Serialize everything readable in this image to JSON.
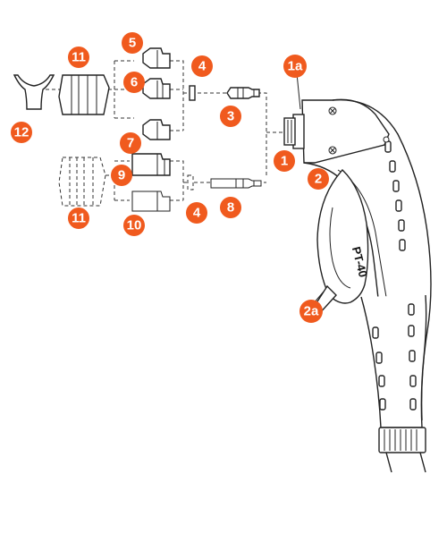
{
  "diagram": {
    "handle_label": "PT-40",
    "callouts": [
      {
        "id": "1",
        "label": "1"
      },
      {
        "id": "1a",
        "label": "1a"
      },
      {
        "id": "2",
        "label": "2"
      },
      {
        "id": "2a",
        "label": "2a"
      },
      {
        "id": "3",
        "label": "3"
      },
      {
        "id": "4a",
        "label": "4"
      },
      {
        "id": "4b",
        "label": "4"
      },
      {
        "id": "5",
        "label": "5"
      },
      {
        "id": "6",
        "label": "6"
      },
      {
        "id": "7",
        "label": "7"
      },
      {
        "id": "8",
        "label": "8"
      },
      {
        "id": "9",
        "label": "9"
      },
      {
        "id": "10",
        "label": "10"
      },
      {
        "id": "11a",
        "label": "11"
      },
      {
        "id": "11b",
        "label": "11"
      },
      {
        "id": "12",
        "label": "12"
      }
    ],
    "colors": {
      "callout": "#f05a1e",
      "linework": "#222222"
    }
  }
}
